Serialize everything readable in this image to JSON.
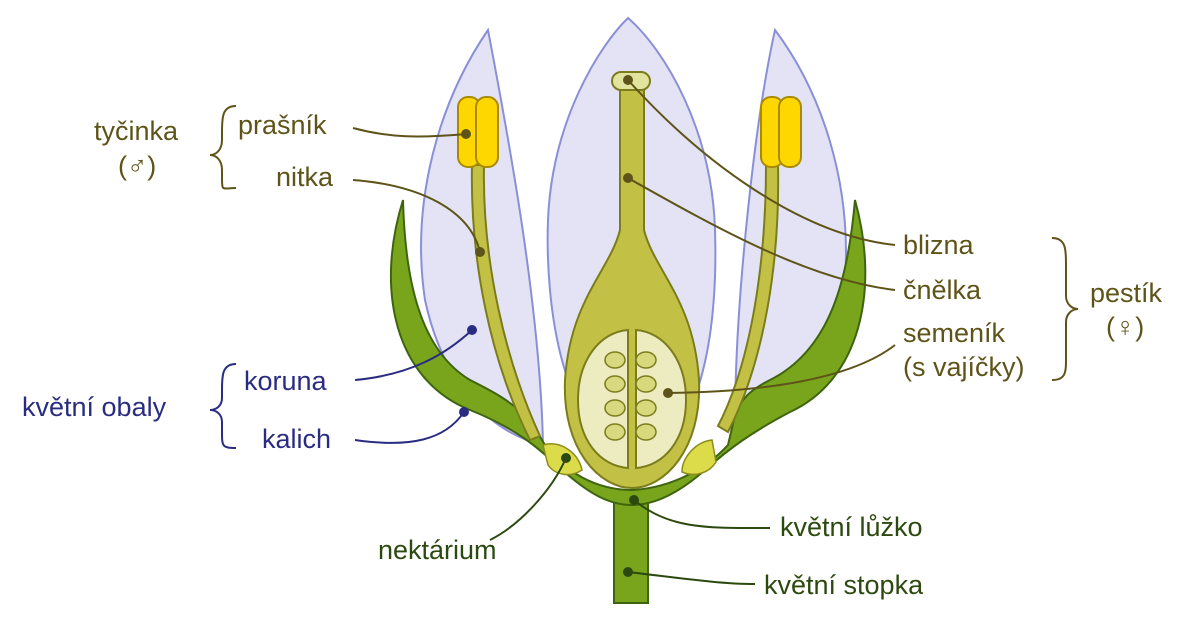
{
  "labels": {
    "tycinka": "tyčinka",
    "male_symbol": "(♂)",
    "prasnik": "prašník",
    "nitka": "nitka",
    "kvetni_obaly": "květní obaly",
    "koruna": "koruna",
    "kalich": "kalich",
    "nektarium": "nektárium",
    "blizna": "blizna",
    "cnelka": "čnělka",
    "semenik": "semeník",
    "s_vajicky": "(s vajíčky)",
    "pestik": "pestík",
    "female_symbol": "(♀)",
    "kvetni_luzko": "květní lůžko",
    "kvetni_stopka": "květní stopka"
  },
  "colors": {
    "petal_fill": "#e3e3f5",
    "petal_stroke": "#8a8fd6",
    "sepal_fill": "#78a51c",
    "sepal_stroke": "#3f6410",
    "stamen_fill": "#c3c046",
    "stamen_stroke": "#7b7d1c",
    "anther_fill": "#ffd700",
    "anther_stroke": "#a88a00",
    "ovary_fill": "#c3c046",
    "ovary_inner": "#ececc0",
    "ovule_fill": "#d8d87e",
    "nectary_fill": "#dcdc4a",
    "label_olive": "#5e5419",
    "label_navy": "#2a2c82",
    "label_green": "#2c4a10"
  }
}
